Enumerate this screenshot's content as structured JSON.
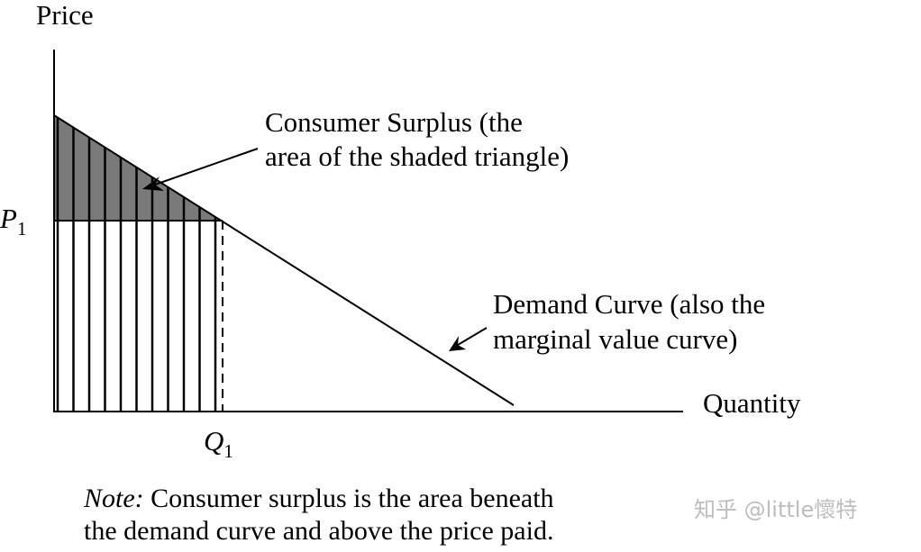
{
  "axes": {
    "y_label": "Price",
    "x_label": "Quantity",
    "p1_main": "P",
    "p1_sub": "1",
    "q1_main": "Q",
    "q1_sub": "1"
  },
  "annotations": {
    "surplus_line1": "Consumer Surplus (the",
    "surplus_line2": "area of the shaded triangle)",
    "demand_line1": "Demand Curve (also the",
    "demand_line2": "marginal value curve)"
  },
  "note": {
    "label": "Note:",
    "line1_rest": " Consumer surplus is the area beneath",
    "line2": "the demand curve and above the price paid."
  },
  "watermark": "知乎 @little懷特",
  "colors": {
    "shade": "#7a7a7a",
    "line": "#000000",
    "background": "#ffffff",
    "watermark": "#bdbdbd"
  }
}
